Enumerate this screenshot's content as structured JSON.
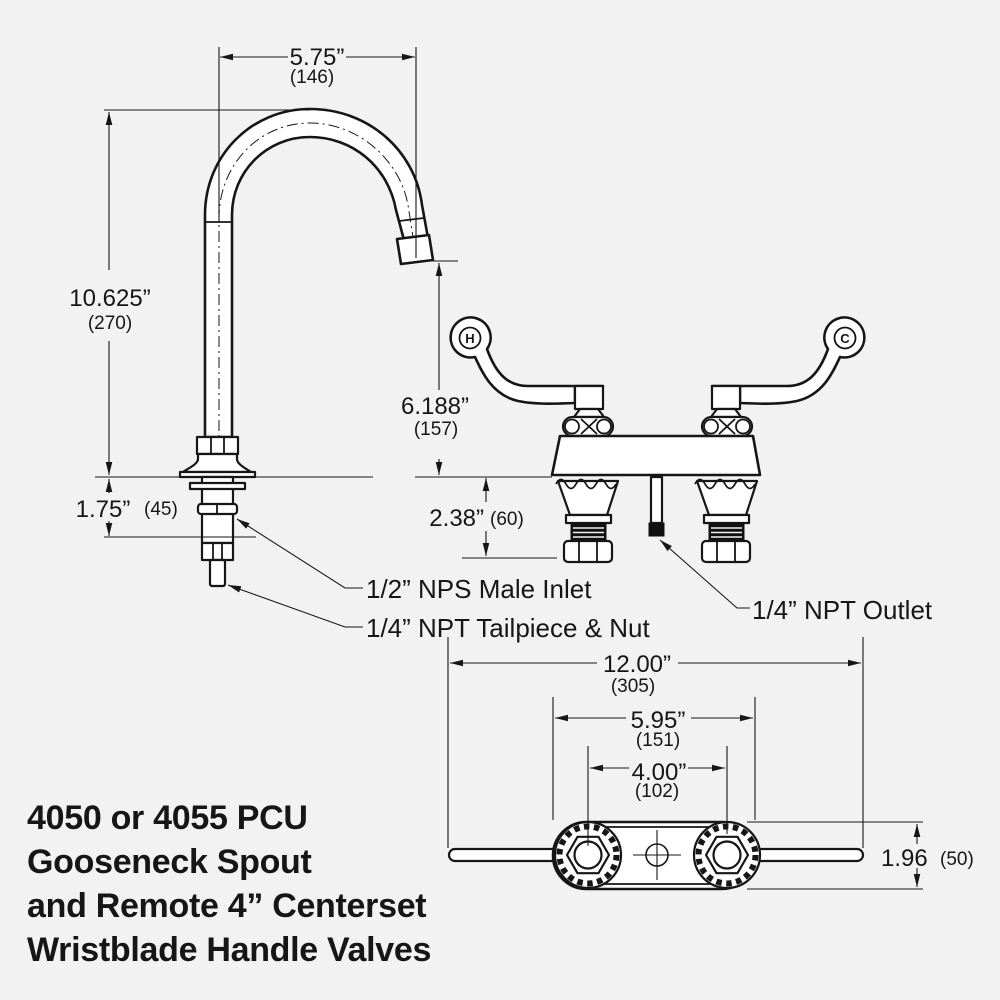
{
  "title": {
    "lines": [
      "4050 or 4055 PCU",
      "Gooseneck Spout",
      "and Remote 4” Centerset",
      "Wristblade Handle Valves"
    ]
  },
  "dims": {
    "reach": {
      "v": "5.75”",
      "m": "(146)"
    },
    "height": {
      "v": "10.625”",
      "m": "(270)"
    },
    "shank": {
      "v": "1.75”",
      "m": "(45)"
    },
    "outlet_h": {
      "v": "6.188”",
      "m": "(157)"
    },
    "below_deck": {
      "v": "2.38”",
      "m": "(60)"
    },
    "overall_w": {
      "v": "12.00”",
      "m": "(305)"
    },
    "body_w": {
      "v": "5.95”",
      "m": "(151)"
    },
    "centers": {
      "v": "4.00”",
      "m": "(102)"
    },
    "body_d": {
      "v": "1.96",
      "m": "(50)"
    }
  },
  "labels": {
    "inlet": "1/2”  NPS Male Inlet",
    "tailpiece": "1/4”  NPT Tailpiece & Nut",
    "outlet": "1/4” NPT Outlet",
    "hot": "H",
    "cold": "C"
  },
  "colors": {
    "background": "#f2f2f2",
    "line": "#161616"
  }
}
